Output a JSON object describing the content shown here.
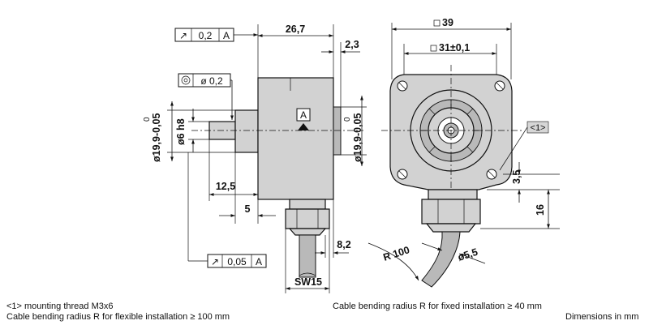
{
  "dimensions": {
    "d_26_7": "26,7",
    "d_2_3": "2,3",
    "d_39": "39",
    "d_31": "31±0,1",
    "shaft_dia": "ø6 h8",
    "flange_dia_left": "ø19,9-0,05",
    "flange_dia_left_sup": "0",
    "flange_dia_right": "ø19,9-0,05",
    "flange_dia_right_sup": "0",
    "d_12_5": "12,5",
    "d_5": "5",
    "d_8_2": "8,2",
    "d_sw15": "SW15",
    "d_3_5": "3,5",
    "d_16": "16",
    "d_r100": "R 100",
    "d_5_5": "ø5,5",
    "datum": "A"
  },
  "tolerance_frames": {
    "runout_top": {
      "symbol": "↗",
      "value": "0,2",
      "datum": "A"
    },
    "concentricity": {
      "symbol": "◎",
      "value": "ø 0,2"
    },
    "runout_bottom": {
      "symbol": "↗",
      "value": "0,05",
      "datum": "A"
    }
  },
  "callout": "<1>",
  "notes": {
    "note1": "<1>     mounting thread M3x6",
    "note2": "Cable bending radius R for flexible installation ≥ 100 mm",
    "note3": "Cable bending radius R for fixed installation ≥ 40 mm",
    "note4": "Dimensions in mm"
  }
}
